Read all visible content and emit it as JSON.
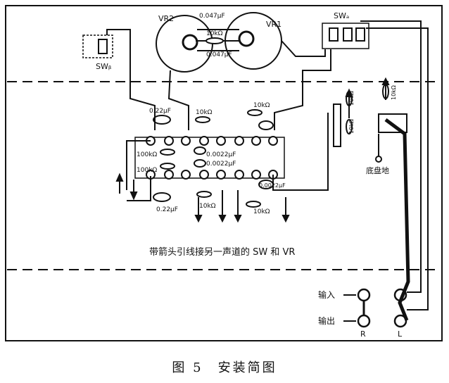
{
  "labels": {
    "vr2": "VR2",
    "vr1": "VR1",
    "swa": "SWₐ",
    "swb": "SWᵦ",
    "c_top_1": "0.047μF",
    "c_top_2": "0.047μF",
    "r_top": "10kΩ",
    "c_022_top": "0.22μF",
    "r_10k_a": "10kΩ",
    "r_10k_b": "10kΩ",
    "r_100k_a": "100kΩ",
    "c_0022_a": "0.0022μF",
    "c_0022_b": "0.0022μF",
    "r_100k_b": "100kΩ",
    "c_0022_c": "0.0022μF",
    "c_022_bot": "0.22μF",
    "r_10k_c": "10kΩ",
    "r_10k_d": "10kΩ",
    "r_10k_right1": "10kΩ",
    "r_10k_right2": "10kΩ",
    "r_10k_right3": "10kΩ",
    "chassis_ground": "底盘地",
    "note": "带箭头引线接另一声道的 SW 和 VR",
    "input": "输入",
    "output": "输出",
    "channel_r": "R",
    "channel_l": "L"
  },
  "caption": "图 5　安装简图"
}
